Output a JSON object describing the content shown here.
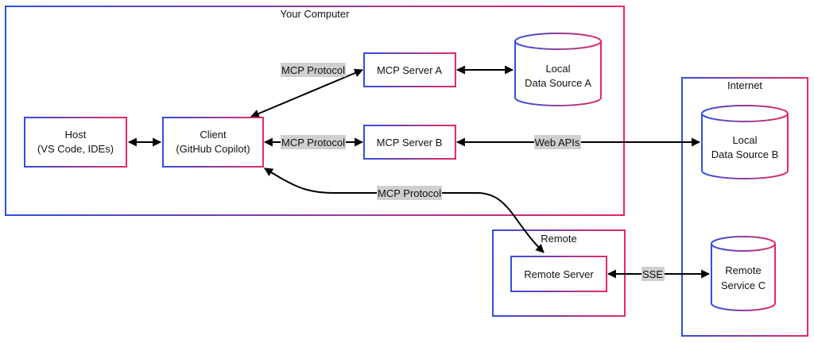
{
  "colors": {
    "gradient_start": "#2f4fe0",
    "gradient_end": "#e8285f",
    "edge_label_bg": "#cfcfcf",
    "connector": "#000000"
  },
  "groups": {
    "your_computer": "Your Computer",
    "internet": "Internet",
    "remote": "Remote"
  },
  "nodes": {
    "host": [
      "Host",
      "(VS Code, IDEs)"
    ],
    "client": [
      "Client",
      "(GitHub Copilot)"
    ],
    "mcp_server_a": "MCP Server A",
    "mcp_server_b": "MCP Server B",
    "local_data_a": [
      "Local",
      "Data Source A"
    ],
    "local_data_b": [
      "Local",
      "Data Source B"
    ],
    "remote_server": "Remote Server",
    "remote_service_c": [
      "Remote",
      "Service C"
    ]
  },
  "edges": {
    "client_to_server_a": "MCP Protocol",
    "client_to_server_b": "MCP Protocol",
    "client_to_remote": "MCP Protocol",
    "server_b_to_data_b": "Web APIs",
    "remote_to_service_c": "SSE"
  }
}
